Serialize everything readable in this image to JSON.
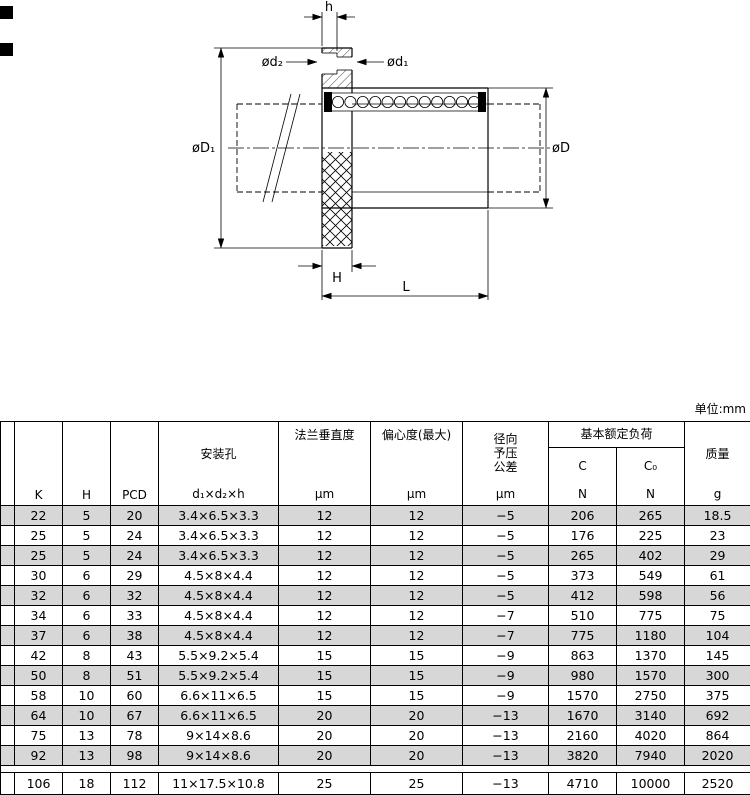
{
  "page": {
    "unit_label": "单位:mm"
  },
  "drawing": {
    "labels": {
      "h": "h",
      "phi_d2": "ød₂",
      "phi_d1": "ød₁",
      "phi_D1": "øD₁",
      "phi_D": "øD",
      "H": "H",
      "L": "L"
    }
  },
  "table": {
    "headers": {
      "k": "K",
      "h": "H",
      "pcd": "PCD",
      "mount_hole": "安装孔",
      "mount_hole_sub": "d₁×d₂×h",
      "flange_perp": "法兰垂直度",
      "ecc": "偏心度(最大)",
      "radial": "径向",
      "preload": "予压",
      "tol": "公差",
      "um": "μm",
      "basic_load": "基本额定负荷",
      "c": "C",
      "c0": "C₀",
      "n": "N",
      "mass": "质量",
      "g": "g"
    },
    "rows": [
      [
        "22",
        "5",
        "20",
        "3.4×6.5×3.3",
        "12",
        "12",
        "−5",
        "206",
        "265",
        "18.5"
      ],
      [
        "25",
        "5",
        "24",
        "3.4×6.5×3.3",
        "12",
        "12",
        "−5",
        "176",
        "225",
        "23"
      ],
      [
        "25",
        "5",
        "24",
        "3.4×6.5×3.3",
        "12",
        "12",
        "−5",
        "265",
        "402",
        "29"
      ],
      [
        "30",
        "6",
        "29",
        "4.5×8×4.4",
        "12",
        "12",
        "−5",
        "373",
        "549",
        "61"
      ],
      [
        "32",
        "6",
        "32",
        "4.5×8×4.4",
        "12",
        "12",
        "−5",
        "412",
        "598",
        "56"
      ],
      [
        "34",
        "6",
        "33",
        "4.5×8×4.4",
        "12",
        "12",
        "−7",
        "510",
        "775",
        "75"
      ],
      [
        "37",
        "6",
        "38",
        "4.5×8×4.4",
        "12",
        "12",
        "−7",
        "775",
        "1180",
        "104"
      ],
      [
        "42",
        "8",
        "43",
        "5.5×9.2×5.4",
        "15",
        "15",
        "−9",
        "863",
        "1370",
        "145"
      ],
      [
        "50",
        "8",
        "51",
        "5.5×9.2×5.4",
        "15",
        "15",
        "−9",
        "980",
        "1570",
        "300"
      ],
      [
        "58",
        "10",
        "60",
        "6.6×11×6.5",
        "15",
        "15",
        "−9",
        "1570",
        "2750",
        "375"
      ],
      [
        "64",
        "10",
        "67",
        "6.6×11×6.5",
        "20",
        "20",
        "−13",
        "1670",
        "3140",
        "692"
      ],
      [
        "75",
        "13",
        "78",
        "9×14×8.6",
        "20",
        "20",
        "−13",
        "2160",
        "4020",
        "864"
      ],
      [
        "92",
        "13",
        "98",
        "9×14×8.6",
        "20",
        "20",
        "−13",
        "3820",
        "7940",
        "2020"
      ],
      [
        "106",
        "18",
        "112",
        "11×17.5×10.8",
        "25",
        "25",
        "−13",
        "4710",
        "10000",
        "2520"
      ]
    ]
  }
}
